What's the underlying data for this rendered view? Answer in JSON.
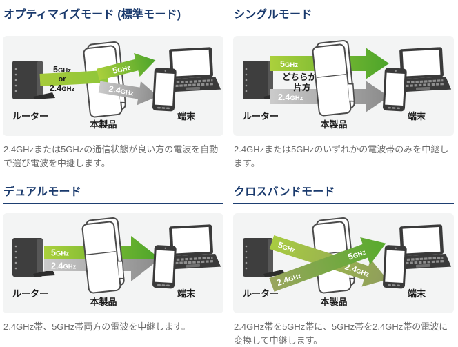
{
  "sections": [
    {
      "id": "optimize",
      "title": "オプティマイズモード (標準モード)",
      "caption": "2.4GHzまたは5GHzの通信状態が良い方の電波を自動で選び電波を中継します。"
    },
    {
      "id": "single",
      "title": "シングルモード",
      "caption": "2.4GHzまたは5GHzのいずれかの電波帯のみを中継します。"
    },
    {
      "id": "dual",
      "title": "デュアルモード",
      "caption": "2.4GHz帯、5GHz帯両方の電波を中継します。"
    },
    {
      "id": "crossband",
      "title": "クロスバンドモード",
      "caption": "2.4GHz帯を5GHz帯に、5GHz帯を2.4GHz帯の電波に変換して中継します。"
    }
  ],
  "devices": {
    "router": "ルーター",
    "product": "本製品",
    "terminal": "端末"
  },
  "bands": {
    "five": "5",
    "two4": "2.4",
    "unit": "GHz",
    "or": "or"
  },
  "either": {
    "line1": "どちらか",
    "line2": "片方"
  },
  "colors": {
    "heading": "#1a3a6d",
    "rule": "#1e3f72",
    "panel_bg": "#f3f4f4",
    "caption_text": "#6b6b6b",
    "green_light": "#abd03c",
    "green_dark": "#4ca42a",
    "gray_light": "#cbcbcb",
    "gray_dark": "#8a8a8a",
    "olive_light": "#9aa55e",
    "olive_dark": "#8f9d5c",
    "device_dark": "#3a3a3a"
  }
}
